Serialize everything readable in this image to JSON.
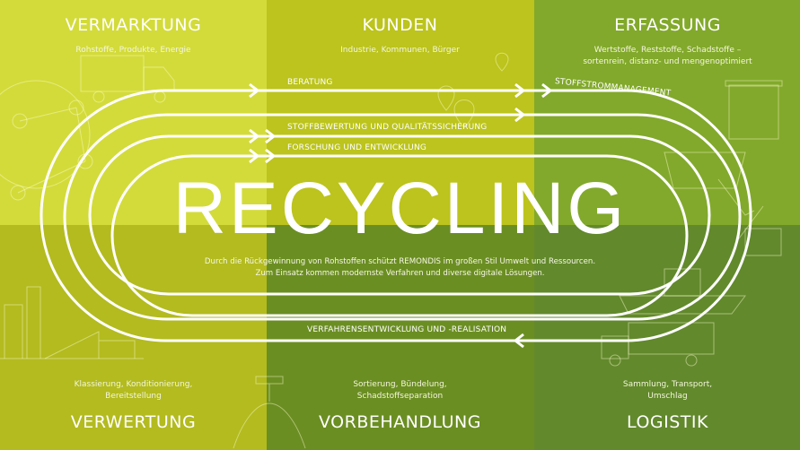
{
  "colors": {
    "top_left": "#d3db3a",
    "top_middle": "#bcc41d",
    "top_right": "#82a92b",
    "bottom_left": "#b3bb1f",
    "bottom_middle": "#6b8e23",
    "bottom_right": "#62892c"
  },
  "sections": {
    "top_left": {
      "title": "VERMARKTUNG",
      "subtitle": "Rohstoffe, Produkte, Energie"
    },
    "top_middle": {
      "title": "KUNDEN",
      "subtitle": "Industrie, Kommunen, Bürger"
    },
    "top_right": {
      "title": "ERFASSUNG",
      "subtitle_line1": "Wertstoffe, Reststoffe, Schadstoffe –",
      "subtitle_line2": "sortenrein, distanz- und mengenoptimiert"
    },
    "bottom_left": {
      "title": "VERWERTUNG",
      "subtitle_line1": "Klassierung, Konditionierung,",
      "subtitle_line2": "Bereitstellung"
    },
    "bottom_middle": {
      "title": "VORBEHANDLUNG",
      "subtitle_line1": "Sortierung, Bündelung,",
      "subtitle_line2": "Schadstoffseparation"
    },
    "bottom_right": {
      "title": "LOGISTIK",
      "subtitle_line1": "Sammlung, Transport,",
      "subtitle_line2": "Umschlag"
    }
  },
  "center": {
    "title": "RECYCLING",
    "description_line1": "Durch die Rückgewinnung von Rohstoffen schützt REMONDIS im großen Stil Umwelt und Ressourcen.",
    "description_line2": "Zum Einsatz kommen modernste Verfahren und diverse digitale Lösungen."
  },
  "track_labels": {
    "beratung": "BERATUNG",
    "stoffstrom": "STOFFSTROMMANAGEMENT",
    "stoffbewertung": "STOFFBEWERTUNG UND QUALITÄTSSICHERUNG",
    "forschung": "FORSCHUNG UND ENTWICKLUNG",
    "verfahren": "VERFAHRENSENTWICKLUNG UND -REALISATION"
  }
}
